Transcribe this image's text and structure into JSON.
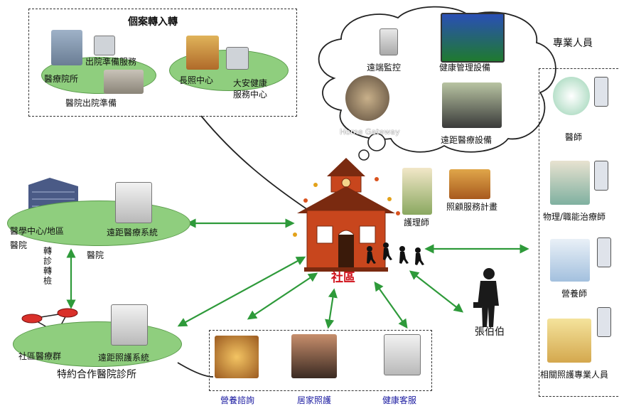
{
  "referral": {
    "title": "個案轉入轉",
    "hospital": "醫療院所",
    "discharge_service": "出院準備服務",
    "discharge_prep": "醫院出院準備",
    "ltc_center": "長照中心",
    "daan_line1": "大安健康",
    "daan_line2": "服務中心"
  },
  "cloud": {
    "remote_monitoring": "遠端監控",
    "health_device": "健康管理設備",
    "home_gateway": "Home Gateway",
    "remote_medical_device": "遠距醫療設備"
  },
  "professionals": {
    "title": "專業人員",
    "doctor": "醫師",
    "therapist": "物理/職能治療師",
    "dietitian": "營養師",
    "care_staff": "相關照護專業人員"
  },
  "left": {
    "medical_center": "醫學中心/地區",
    "hospital_suffix": "醫院",
    "telemedicine": "遠距醫療系統",
    "hospital": "醫院",
    "referral_vertical": "轉診轉檢",
    "community_group": "社區醫療群",
    "telecare": "遠距照護系統",
    "contract_clinic": "特約合作醫院診所"
  },
  "center": {
    "community": "社區",
    "nurse": "護理師",
    "care_plan": "照顧服務計畫",
    "uncle_zhang": "張伯伯"
  },
  "services": {
    "nutrition": "營養諮詢",
    "home_care": "居家照護",
    "health_cs": "健康客服"
  },
  "colors": {
    "ellipse_green": "#8fce7e",
    "arrow_green": "#2e9a3a",
    "community_red": "#d0121b",
    "service_blue": "#1a1aa0"
  }
}
